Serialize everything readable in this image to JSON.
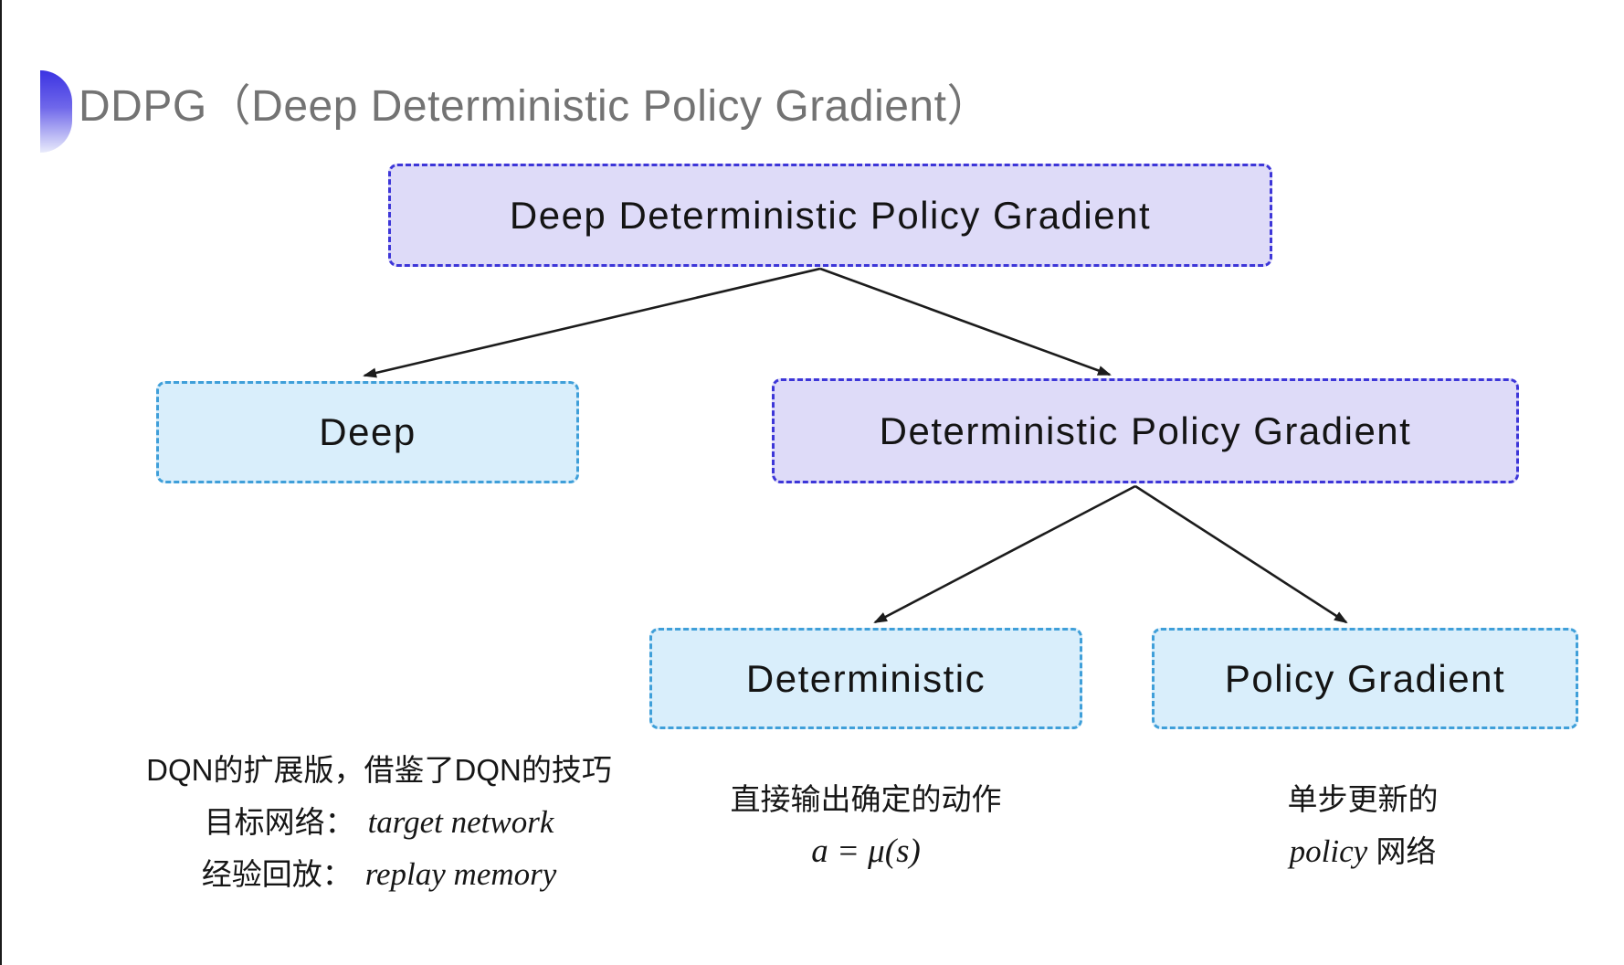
{
  "title": "DDPG（Deep Deterministic Policy Gradient）",
  "colors": {
    "purple_fill": "#dedbf8",
    "purple_border": "#3d36d8",
    "blue_fill": "#d9eefb",
    "blue_border": "#3f9fd9",
    "title_gray": "#737373",
    "text_dark": "#161616",
    "arrow": "#1c1c1c",
    "logo_top": "#3b33e2",
    "logo_bottom": "#e9ebfb"
  },
  "diagram": {
    "nodes": [
      {
        "id": "ddpg",
        "label": "Deep Deterministic Policy Gradient",
        "variant": "purple"
      },
      {
        "id": "deep",
        "label": "Deep",
        "variant": "blue"
      },
      {
        "id": "dpg",
        "label": "Deterministic Policy Gradient",
        "variant": "purple"
      },
      {
        "id": "deterministic",
        "label": "Deterministic",
        "variant": "blue"
      },
      {
        "id": "policy-gradient",
        "label": "Policy Gradient",
        "variant": "blue"
      }
    ],
    "edges": [
      {
        "from": "ddpg",
        "to": "deep"
      },
      {
        "from": "ddpg",
        "to": "dpg"
      },
      {
        "from": "dpg",
        "to": "deterministic"
      },
      {
        "from": "dpg",
        "to": "policy-gradient"
      }
    ]
  },
  "notes": {
    "deep": {
      "line1": "DQN的扩展版，借鉴了DQN的技巧",
      "line2_label": "目标网络：",
      "line2_value": "target network",
      "line3_label": "经验回放：",
      "line3_value": "replay memory"
    },
    "deterministic": {
      "line1": "直接输出确定的动作",
      "formula": "a = μ(s)"
    },
    "policy_gradient": {
      "line1": "单步更新的",
      "line2_italic": "policy",
      "line2_rest": " 网络"
    }
  }
}
